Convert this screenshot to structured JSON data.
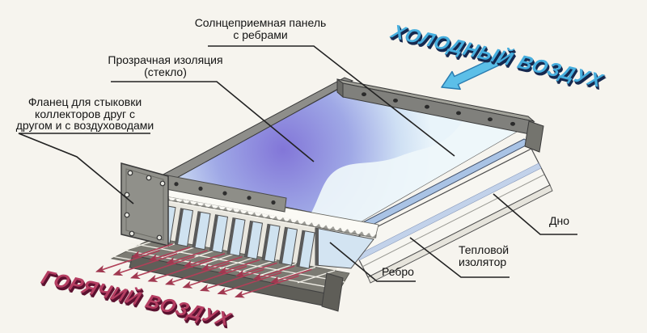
{
  "diagram": {
    "labels": {
      "panel": "Солнцеприемная панель\nс ребрами",
      "glazing": "Прозрачная изоляция\n(стекло)",
      "flange": "Фланец для стыковки\nколлекторов друг с\nдругом и с воздуховодами",
      "bottom": "Дно",
      "insulator": "Тепловой\nизолятор",
      "rib": "Ребро"
    },
    "flow_labels": {
      "cold_air": "ХОЛОДНЫЙ ВОЗДУХ",
      "hot_air": "ГОРЯЧИЙ ВОЗДУХ"
    },
    "colors": {
      "background": "#f6f4ee",
      "cold_air_text": "#46aede",
      "cold_air_shadow": "#16294f",
      "cold_air_arrow": "#5cbfe8",
      "hot_air_text": "#b53e62",
      "hot_air_shadow": "#5c1230",
      "hot_air_arrow": "#b04058",
      "glass_tint": "#8678da",
      "glass_light": "#eef6fa",
      "rib_face": "#cfe2f0",
      "frame_gray": "#8e8e8a",
      "insulator_band": "#c2d2ea",
      "leader_line": "#222222"
    }
  }
}
